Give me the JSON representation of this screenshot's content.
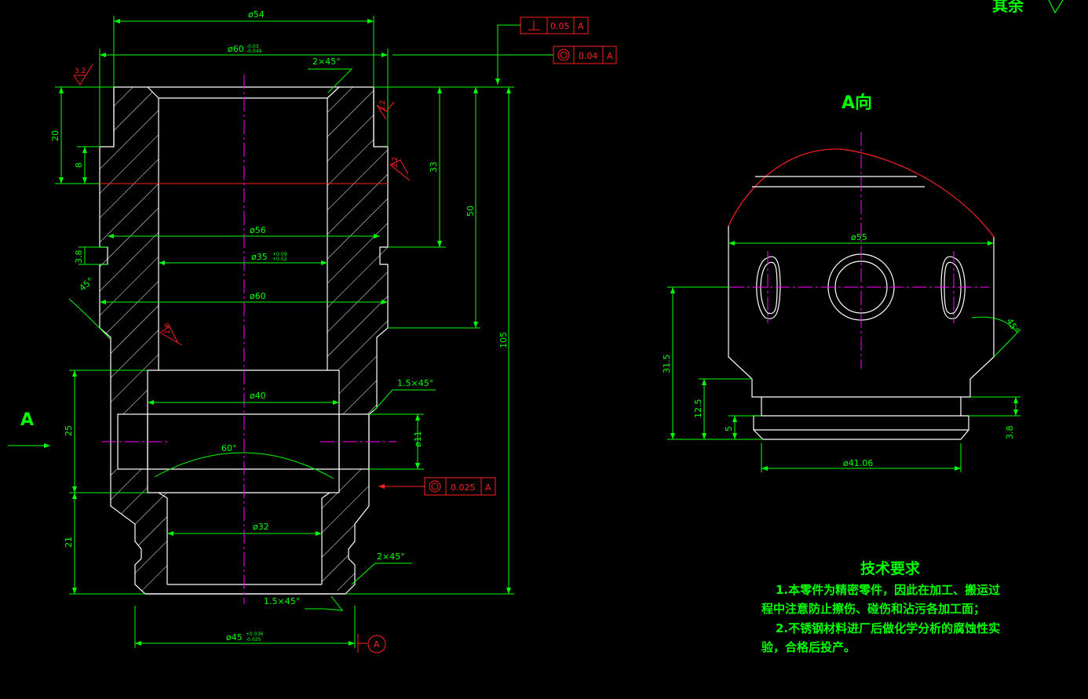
{
  "view_label": "A向",
  "arrow_label": "A",
  "corner_text": "其余",
  "datum_label": "A",
  "tolerance_frames": [
    {
      "symbol": "perpendicularity",
      "value": "0.05",
      "datum": "A"
    },
    {
      "symbol": "concentricity",
      "value": "0.04",
      "datum": "A"
    },
    {
      "symbol": "concentricity",
      "value": "0.025",
      "datum": "A"
    }
  ],
  "roughness": [
    "3.2",
    "3.2",
    "3.2",
    "1.6"
  ],
  "front_dims": {
    "d54": "ø54",
    "d60tol": "ø60",
    "d60tol_up": "-0.03",
    "d60tol_low": "-0.049",
    "c2x45_top": "2×45°",
    "d56": "ø56",
    "d35": "ø35",
    "d35_up": "+0.09",
    "d35_low": "+0.02",
    "d60": "ø60",
    "ang45": "45°",
    "d40": "ø40",
    "c15x45_right": "1.5×45°",
    "d11": "ø11",
    "ang60": "60°",
    "d32": "ø32",
    "c2x45_bottom": "2×45°",
    "c15x45_bottom": "1.5×45°",
    "d45": "ø45",
    "d45_up": "+0.036",
    "d45_low": "-0.025",
    "h20": "20",
    "h8": "8",
    "h38": "3.8",
    "h25": "25",
    "h21": "21",
    "h33": "33",
    "h50": "50",
    "h105": "105"
  },
  "side_dims": {
    "d55": "ø55",
    "h315": "31.5",
    "h125": "12.5",
    "h5": "5",
    "h38": "3.8",
    "ang45": "45°",
    "d4106": "ø41.06"
  },
  "requirements": {
    "title": "技术要求",
    "line1": "1.本零件为精密零件，因此在加工、搬运过",
    "line2": "程中注意防止擦伤、碰伤和沾污各加工面；",
    "line3": "2.不锈钢材料进厂后做化学分析的腐蚀性实",
    "line4": "验，合格后投产。"
  },
  "colors": {
    "outline": "#ffffff",
    "dimension": "#00ff00",
    "centerline": "#ff00ff",
    "annotation": "#ff2020",
    "background": "#000000"
  }
}
